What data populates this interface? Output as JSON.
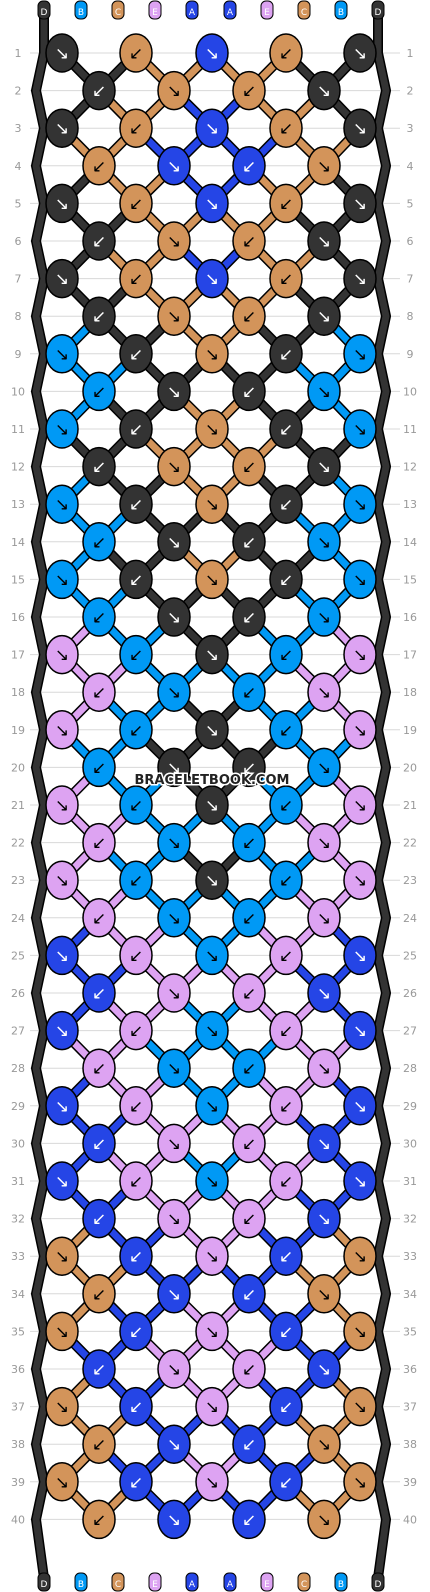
{
  "title": "",
  "watermark": "BRACELETBOOK.COM",
  "strings": {
    "top_labels": [
      "D",
      "B",
      "C",
      "E",
      "A",
      "A",
      "E",
      "C",
      "B",
      "D"
    ],
    "bottom_labels": [
      "D",
      "B",
      "C",
      "E",
      "A",
      "A",
      "E",
      "C",
      "B",
      "D"
    ]
  },
  "rows": {
    "count": 40,
    "labels": [
      "1",
      "2",
      "3",
      "4",
      "5",
      "6",
      "7",
      "8",
      "9",
      "10",
      "11",
      "12",
      "13",
      "14",
      "15",
      "16",
      "17",
      "18",
      "19",
      "20",
      "21",
      "22",
      "23",
      "24",
      "25",
      "26",
      "27",
      "28",
      "29",
      "30",
      "31",
      "32",
      "33",
      "34",
      "35",
      "36",
      "37",
      "38",
      "39",
      "40"
    ]
  },
  "colors": {
    "A": "#2545e6",
    "B": "#0099f5",
    "C": "#d3945a",
    "D": "#333333",
    "E": "#dda3f2"
  },
  "knot_rows": [
    [
      "D",
      "C",
      "A",
      "C",
      "D"
    ],
    [
      "D",
      "C",
      "C",
      "D"
    ],
    [
      "D",
      "C",
      "A",
      "C",
      "D"
    ],
    [
      "C",
      "A",
      "A",
      "C"
    ],
    [
      "D",
      "C",
      "A",
      "C",
      "D"
    ],
    [
      "D",
      "C",
      "C",
      "D"
    ],
    [
      "D",
      "C",
      "A",
      "C",
      "D"
    ],
    [
      "D",
      "C",
      "C",
      "D"
    ],
    [
      "B",
      "D",
      "C",
      "D",
      "B"
    ],
    [
      "B",
      "D",
      "D",
      "B"
    ],
    [
      "B",
      "D",
      "C",
      "D",
      "B"
    ],
    [
      "D",
      "C",
      "C",
      "D"
    ],
    [
      "B",
      "D",
      "C",
      "D",
      "B"
    ],
    [
      "B",
      "D",
      "D",
      "B"
    ],
    [
      "B",
      "D",
      "C",
      "D",
      "B"
    ],
    [
      "B",
      "D",
      "D",
      "B"
    ],
    [
      "E",
      "B",
      "D",
      "B",
      "E"
    ],
    [
      "E",
      "B",
      "B",
      "E"
    ],
    [
      "E",
      "B",
      "D",
      "B",
      "E"
    ],
    [
      "B",
      "D",
      "D",
      "B"
    ],
    [
      "E",
      "B",
      "D",
      "B",
      "E"
    ],
    [
      "E",
      "B",
      "B",
      "E"
    ],
    [
      "E",
      "B",
      "D",
      "B",
      "E"
    ],
    [
      "E",
      "B",
      "B",
      "E"
    ],
    [
      "A",
      "E",
      "B",
      "E",
      "A"
    ],
    [
      "A",
      "E",
      "E",
      "A"
    ],
    [
      "A",
      "E",
      "B",
      "E",
      "A"
    ],
    [
      "E",
      "B",
      "B",
      "E"
    ],
    [
      "A",
      "E",
      "B",
      "E",
      "A"
    ],
    [
      "A",
      "E",
      "E",
      "A"
    ],
    [
      "A",
      "E",
      "B",
      "E",
      "A"
    ],
    [
      "A",
      "E",
      "E",
      "A"
    ],
    [
      "C",
      "A",
      "E",
      "A",
      "C"
    ],
    [
      "C",
      "A",
      "A",
      "C"
    ],
    [
      "C",
      "A",
      "E",
      "A",
      "C"
    ],
    [
      "A",
      "E",
      "E",
      "A"
    ],
    [
      "C",
      "A",
      "E",
      "A",
      "C"
    ],
    [
      "C",
      "A",
      "A",
      "C"
    ],
    [
      "C",
      "A",
      "E",
      "A",
      "C"
    ],
    [
      "C",
      "A",
      "A",
      "C"
    ]
  ]
}
